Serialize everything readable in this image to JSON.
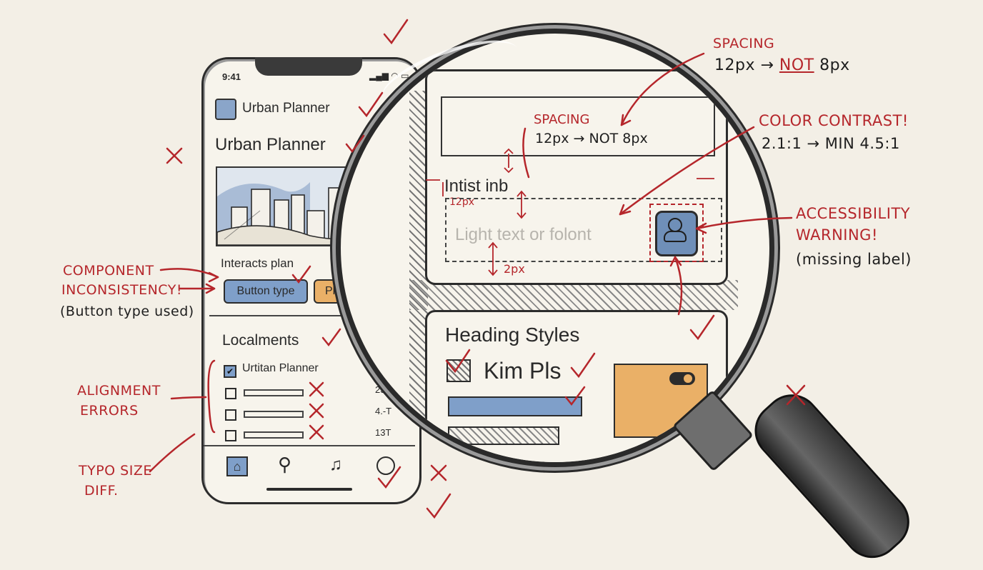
{
  "phone": {
    "status_time": "9:41",
    "app_name": "Urban Planner",
    "title": "Urban Planner",
    "section_label": "Interacts plan",
    "button_primary": "Button type",
    "button_secondary": "Pla",
    "list_heading": "Localments",
    "list_first_item": "Urtitan Planner",
    "side_values": [
      "23",
      "4.-T",
      "13T"
    ]
  },
  "magnifier": {
    "spacing_label": "SPACING",
    "spacing_value": "12px → NOT 8px",
    "field_label": "Intist inb",
    "small_gap": "12px",
    "placeholder": "Light text or folont",
    "bottom_gap": "2px",
    "heading": "Heading Styles",
    "checkbox_text": "Kim Pls"
  },
  "annotations": {
    "spacing_title": "SPACING",
    "spacing_detail_prefix": "12px →",
    "spacing_detail_not": "NOT",
    "spacing_detail_suffix": "8px",
    "contrast_title": "COLOR CONTRAST!",
    "contrast_detail": "2.1:1 → MIN 4.5:1",
    "a11y_title_1": "ACCESSIBILITY",
    "a11y_title_2": "WARNING!",
    "a11y_detail": "(missing label)",
    "component_title_1": "COMPONENT",
    "component_title_2": "INCONSISTENCY!",
    "component_detail": "(Button type used)",
    "alignment_1": "ALIGNMENT",
    "alignment_2": "ERRORS",
    "typo_1": "TYPO SIZE",
    "typo_2": "DIFF."
  },
  "colors": {
    "paper": "#f3efe6",
    "ink": "#222222",
    "annotation_red": "#b5262b",
    "accent_blue": "#7f9fc9",
    "accent_orange": "#eab067"
  },
  "icons": [
    "home-icon",
    "search-icon",
    "bell-icon",
    "profile-icon",
    "user-icon",
    "check-icon",
    "cross-icon",
    "magnifying-glass"
  ]
}
